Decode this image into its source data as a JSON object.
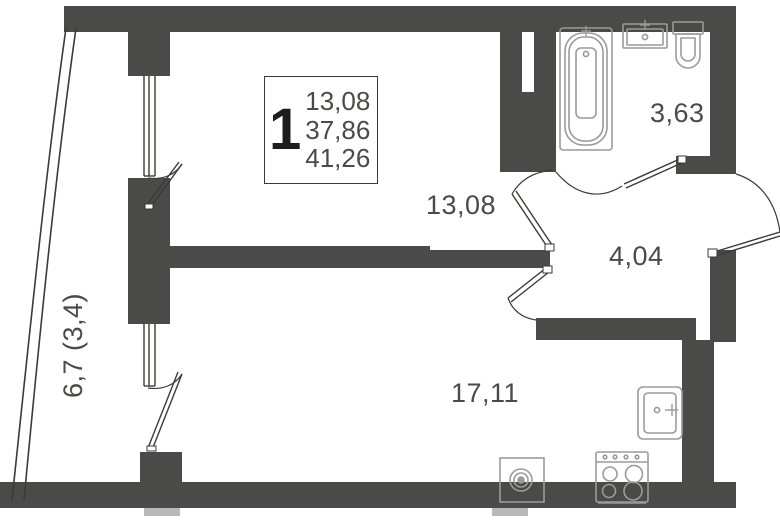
{
  "plan": {
    "type": "apartment-floor-plan",
    "wall_color": "#4a4a48",
    "fixture_color": "#9a9a9a",
    "background": "#ffffff",
    "text_color": "#4a4a48"
  },
  "info_box": {
    "rooms": "1",
    "area_living": "13,08",
    "area_total": "37,86",
    "area_with_balcony": "41,26"
  },
  "rooms": [
    {
      "name": "living-room",
      "label": "13,08"
    },
    {
      "name": "bathroom",
      "label": "3,63"
    },
    {
      "name": "hall",
      "label": "4,04"
    },
    {
      "name": "kitchen",
      "label": "17,11"
    },
    {
      "name": "balcony",
      "label": "6,7 (3,4)"
    }
  ],
  "labels": {
    "living_room": "13,08",
    "bathroom": "3,63",
    "hall": "4,04",
    "kitchen": "17,11",
    "balcony": "6,7 (3,4)"
  },
  "fixtures": [
    {
      "name": "bathtub",
      "room": "bathroom"
    },
    {
      "name": "washbasin",
      "room": "bathroom"
    },
    {
      "name": "toilet",
      "room": "bathroom"
    },
    {
      "name": "kitchen-sink",
      "room": "kitchen"
    },
    {
      "name": "cooking-stove",
      "room": "kitchen"
    },
    {
      "name": "washing-machine",
      "room": "kitchen"
    }
  ],
  "doors": [
    {
      "name": "balcony-door-upper",
      "swing": "inward"
    },
    {
      "name": "balcony-door-lower",
      "swing": "inward"
    },
    {
      "name": "bathroom-door",
      "swing": "inward"
    },
    {
      "name": "living-room-door",
      "swing": "inward"
    },
    {
      "name": "kitchen-door",
      "swing": "inward"
    },
    {
      "name": "entrance-door",
      "swing": "outward"
    }
  ]
}
